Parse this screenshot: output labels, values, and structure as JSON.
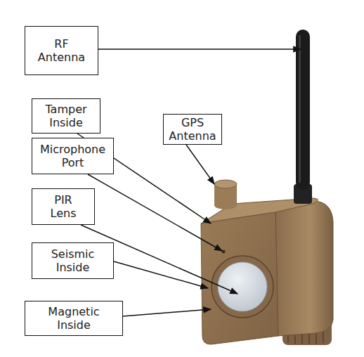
{
  "diagram": {
    "nodes": [
      {
        "text": [
          "RF Antenna"
        ]
      },
      {
        "text": [
          "Tamper Inside"
        ]
      },
      {
        "text": [
          "GPS Antenna"
        ]
      },
      {
        "text": [
          "Microphone Port"
        ]
      },
      {
        "text": [
          "PIR Lens"
        ]
      },
      {
        "text": [
          "Seismic Inside"
        ]
      },
      {
        "text": [
          "Magnetic Inside"
        ]
      }
    ]
  }
}
